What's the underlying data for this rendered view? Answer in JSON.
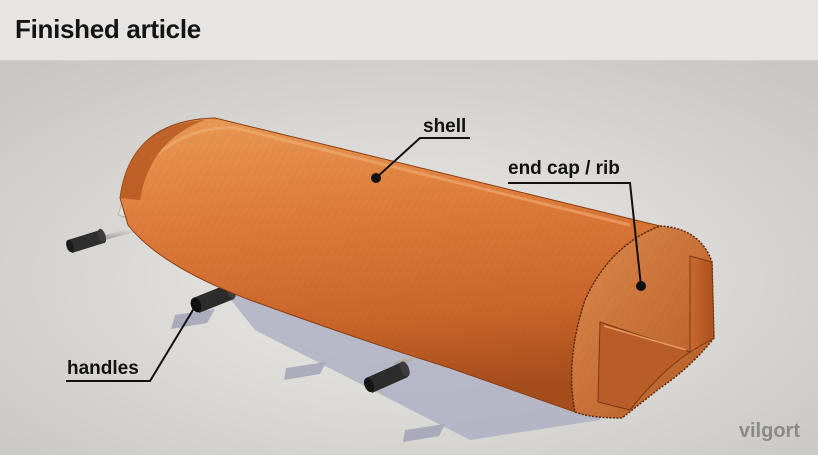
{
  "header": {
    "title": "Finished article"
  },
  "callouts": {
    "shell": "shell",
    "end_cap": "end cap / rib",
    "handles": "handles"
  },
  "watermark": "vilgort",
  "colors": {
    "background": "#d8d6d2",
    "header_bg": "#e6e5e3",
    "wood": "#d9773a",
    "wood_dark": "#a94f1c",
    "handle_grip": "#2a2a2a",
    "shadow": "#aeb1c2"
  }
}
